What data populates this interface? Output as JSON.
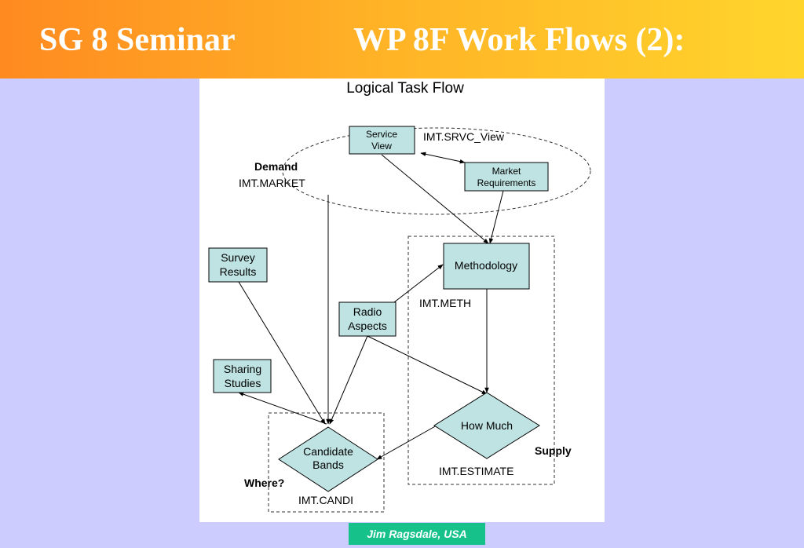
{
  "header": {
    "left_title": "SG 8 Seminar",
    "right_title": "WP 8F Work Flows (2):"
  },
  "diagram": {
    "title": "Logical Task Flow",
    "nodes": {
      "service_view": [
        "Service",
        "View"
      ],
      "market_requirements": [
        "Market",
        "Requirements"
      ],
      "methodology": "Methodology",
      "survey_results": [
        "Survey",
        "Results"
      ],
      "radio_aspects": [
        "Radio",
        "Aspects"
      ],
      "sharing_studies": [
        "Sharing",
        "Studies"
      ],
      "how_much": "How Much",
      "candidate_bands": [
        "Candidate",
        "Bands"
      ]
    },
    "labels": {
      "imt_srvc_view": "IMT.SRVC_View",
      "demand": "Demand",
      "imt_market": "IMT.MARKET",
      "imt_meth": "IMT.METH",
      "supply": "Supply",
      "imt_estimate": "IMT.ESTIMATE",
      "where": "Where?",
      "imt_candi": "IMT.CANDI"
    },
    "colors": {
      "node_fill": "#bfe3e3",
      "line": "#000000"
    }
  },
  "footer": {
    "author": "Jim Ragsdale, USA"
  }
}
